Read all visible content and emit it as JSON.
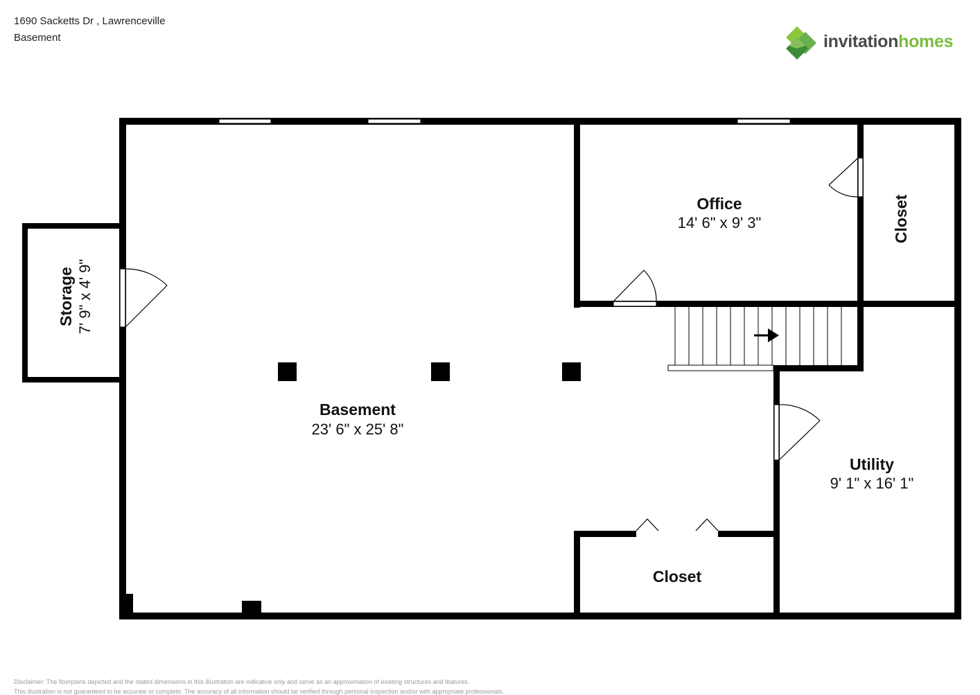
{
  "header": {
    "address": "1690 Sacketts Dr , Lawrenceville",
    "level": "Basement"
  },
  "logo": {
    "word1": "invitation",
    "word2": "homes",
    "icon": "invitation-homes-diamond-logo-icon",
    "colors": {
      "dark_green": "#3f8a3a",
      "light_green": "#8cc63f",
      "grey": "#4a4a4a"
    }
  },
  "rooms": {
    "basement": {
      "name": "Basement",
      "dims": "23' 6\" x 25' 8\""
    },
    "office": {
      "name": "Office",
      "dims": "14' 6\" x 9' 3\""
    },
    "storage": {
      "name": "Storage",
      "dims": "7' 9\" x 4' 9\""
    },
    "closet_top": {
      "name": "Closet"
    },
    "closet_bottom": {
      "name": "Closet"
    },
    "utility": {
      "name": "Utility",
      "dims": "9' 1\" x 16' 1\""
    }
  },
  "disclaimer": {
    "line1": "Disclaimer: The floorplans depicted and the stated dimensions in this illustration are indicative only and serve as an approximation of existing structures and features.",
    "line2": "This illustration is not guaranteed to be accurate or complete. The accuracy of all information should be verified through personal inspection and/or with appropriate professionals."
  },
  "colors": {
    "wall": "#000000",
    "window": "#ffffff"
  }
}
